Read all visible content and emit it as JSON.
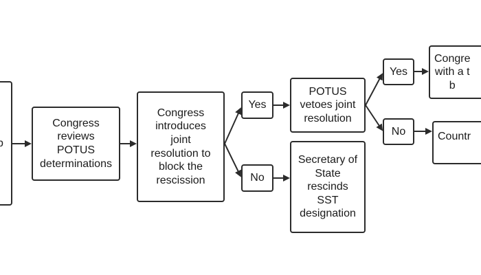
{
  "diagram": {
    "nodes": {
      "cut_left": "p",
      "congress_reviews": "Congress\nreviews\nPOTUS\ndeterminations",
      "congress_introduces": "Congress\nintroduces\njoint\nresolution to\nblock the\nrescission",
      "yes_1": "Yes",
      "no_1": "No",
      "potus_vetoes": "POTUS\nvetoes joint\nresolution",
      "secretary_rescinds": "Secretary of\nState\nrescinds\nSST\ndesignation",
      "yes_2": "Yes",
      "no_2": "No",
      "congress_override": "Congre\nwith a t\nb",
      "country_remains": "Countr"
    },
    "colors": {
      "stroke": "#2b2b2b",
      "text": "#1a1a1a",
      "background": "#ffffff"
    }
  }
}
